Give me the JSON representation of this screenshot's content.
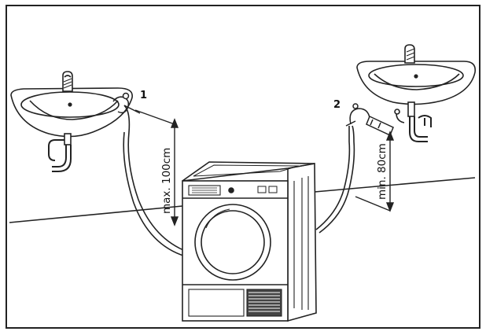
{
  "labels": {
    "hose_left": "1",
    "hose_right": "2",
    "max_height": "max. 100cm",
    "min_height": "min. 80cm"
  },
  "colors": {
    "line": "#222222",
    "background": "#ffffff"
  }
}
